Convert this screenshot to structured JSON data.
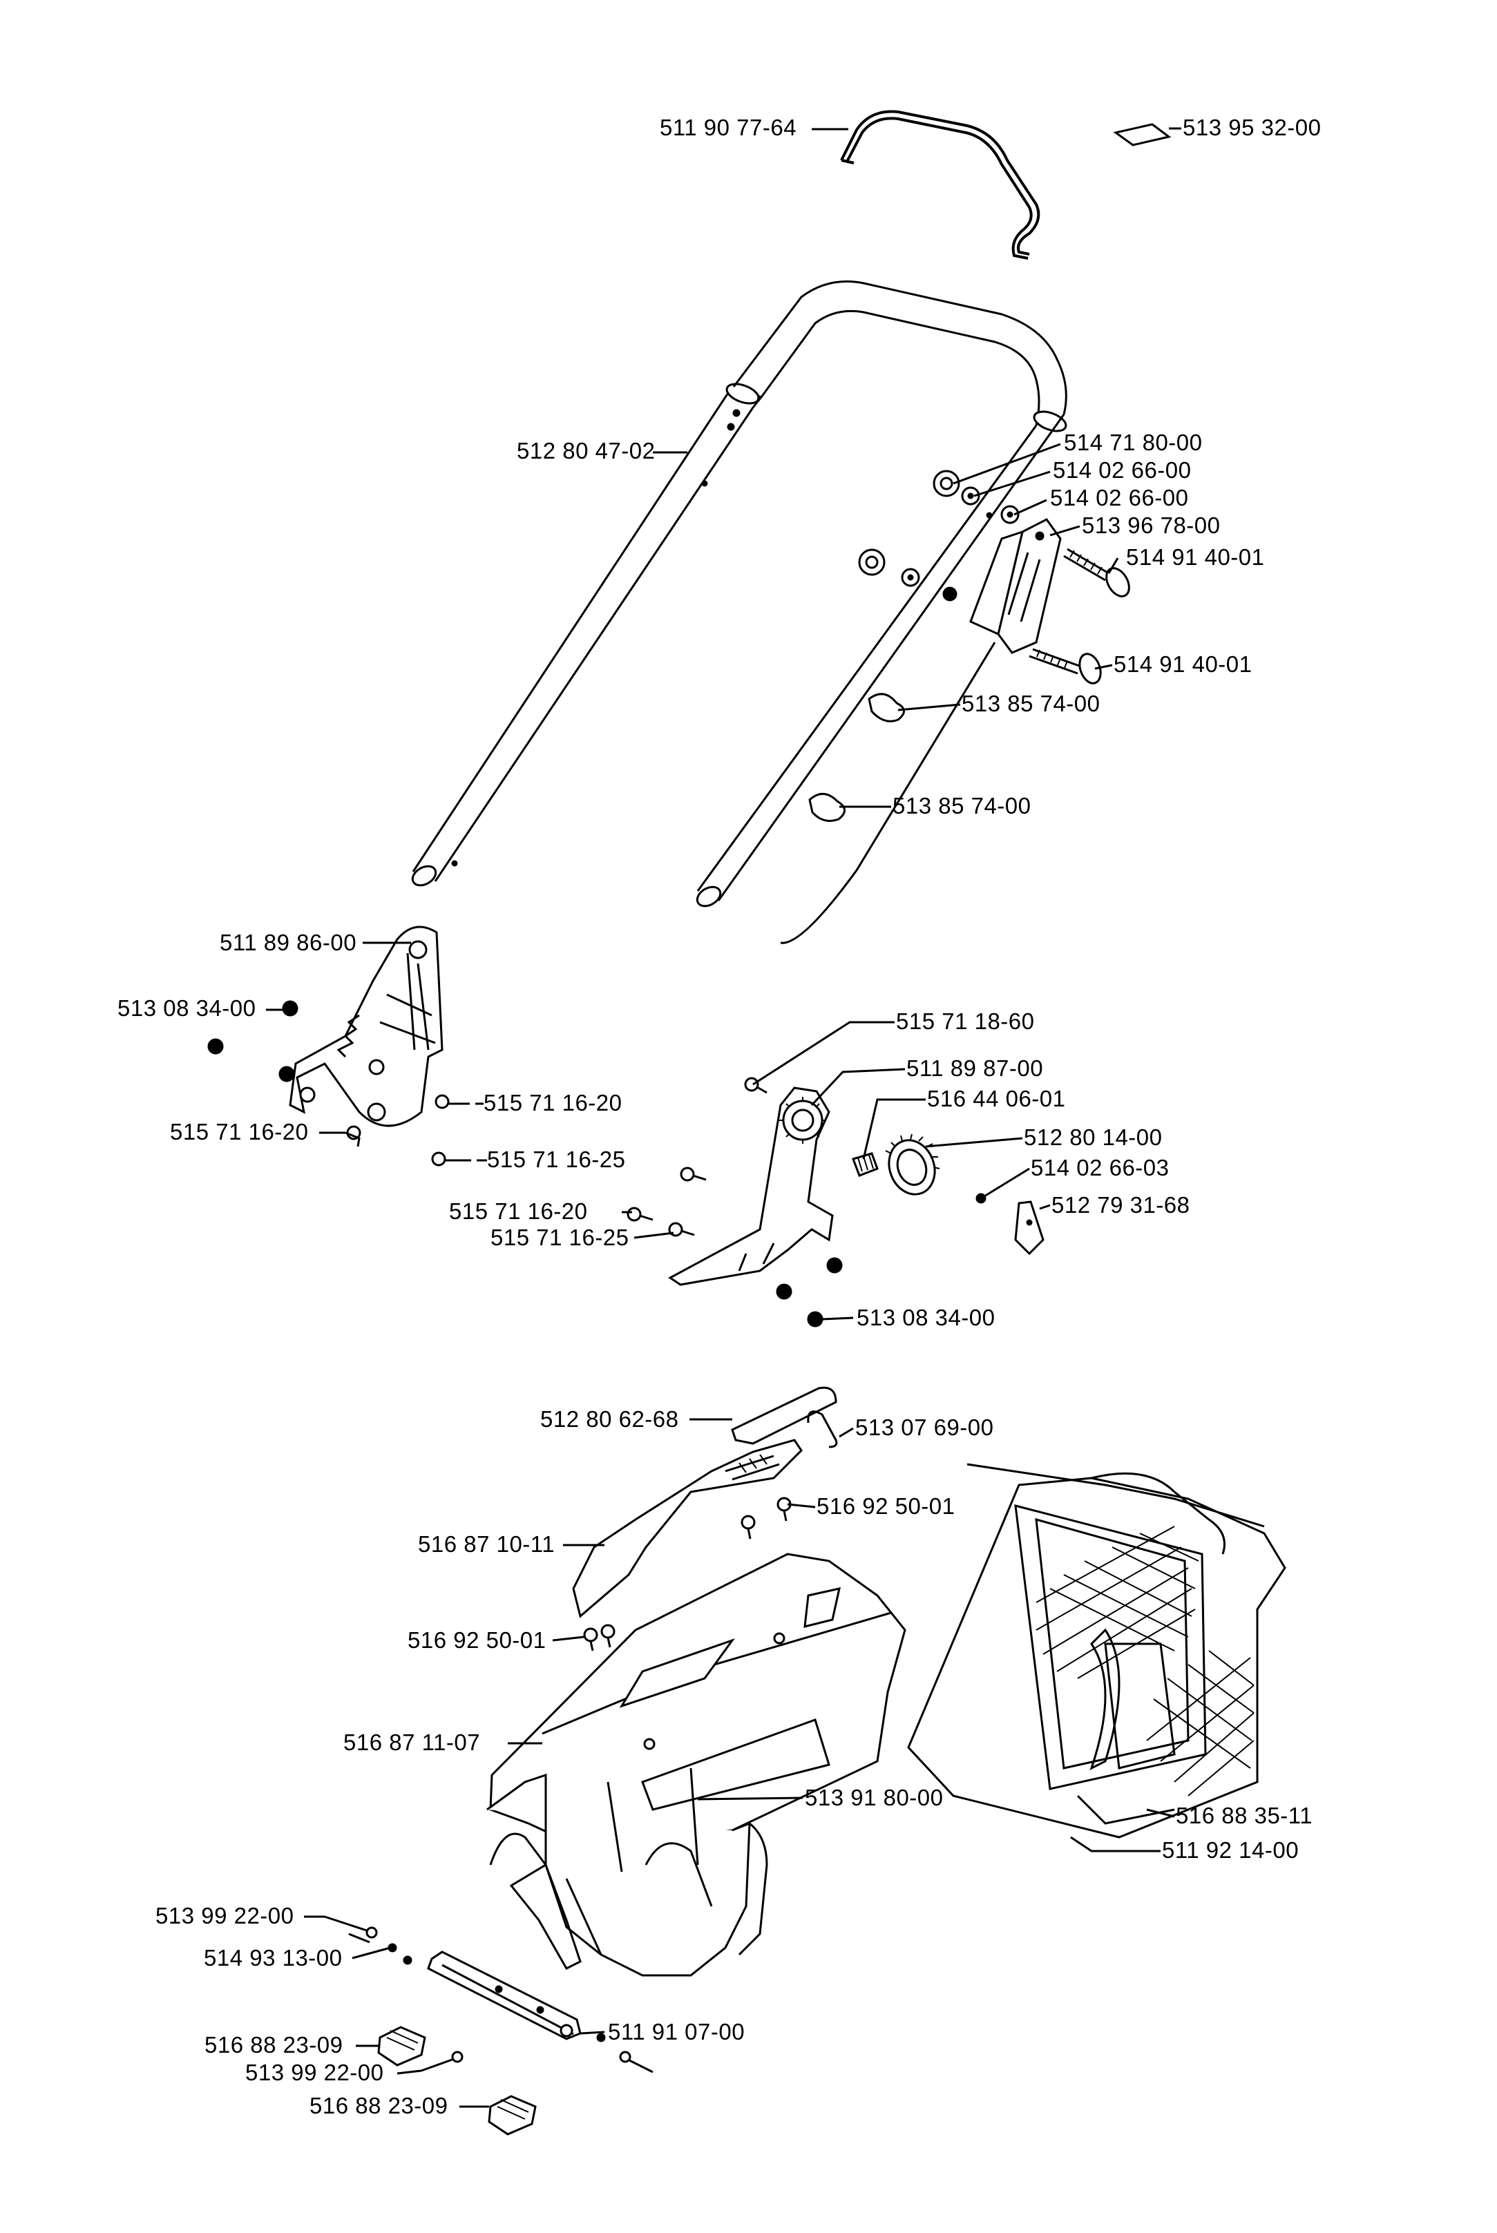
{
  "diagram": {
    "labels": {
      "wire_bail": "511 90 77-64",
      "decal": "513 95 32-00",
      "upper_handle": "512 80 47-02",
      "nut_top": "514 71 80-00",
      "washer_a": "514 02 66-00",
      "washer_b": "514 02 66-00",
      "cable_housing": "513 96 78-00",
      "bolt_a": "514 91 40-01",
      "bolt_b": "514 91 40-01",
      "cable_clip_a": "513 85 74-00",
      "cable_clip_b": "513 85 74-00",
      "left_bracket": "511 89 86-00",
      "nut_left": "513 08 34-00",
      "screw_left_a": "515 71 16-20",
      "screw_left_b": "515 71 16-20",
      "screw_mid_a": "515 71 16-25",
      "screw_right_top": "515 71 18-60",
      "right_bracket": "511 89 87-00",
      "spring": "516 44 06-01",
      "knob": "512 80 14-00",
      "washer_c": "514 02 66-03",
      "latch": "512 79 31-68",
      "screw_mid_b": "515 71 16-20",
      "screw_mid_c": "515 71 16-25",
      "nut_bottom": "513 08 34-00",
      "trim_strip": "512 80 62-68",
      "clip": "513 07 69-00",
      "screw_cover_a": "516 92 50-01",
      "handle_grip": "516 87 10-11",
      "screw_cover_b": "516 92 50-01",
      "cover": "516 87 11-07",
      "cover_decal": "513 91 80-00",
      "grass_bag": "516 88 35-11",
      "bag_frame": "511 92 14-00",
      "pin_a": "513 99 22-00",
      "washer_d": "514 93 13-00",
      "hinge_plate": "511 91 07-00",
      "hinge_a": "516 88 23-09",
      "pin_b": "513 99 22-00",
      "hinge_b": "516 88 23-09"
    }
  }
}
